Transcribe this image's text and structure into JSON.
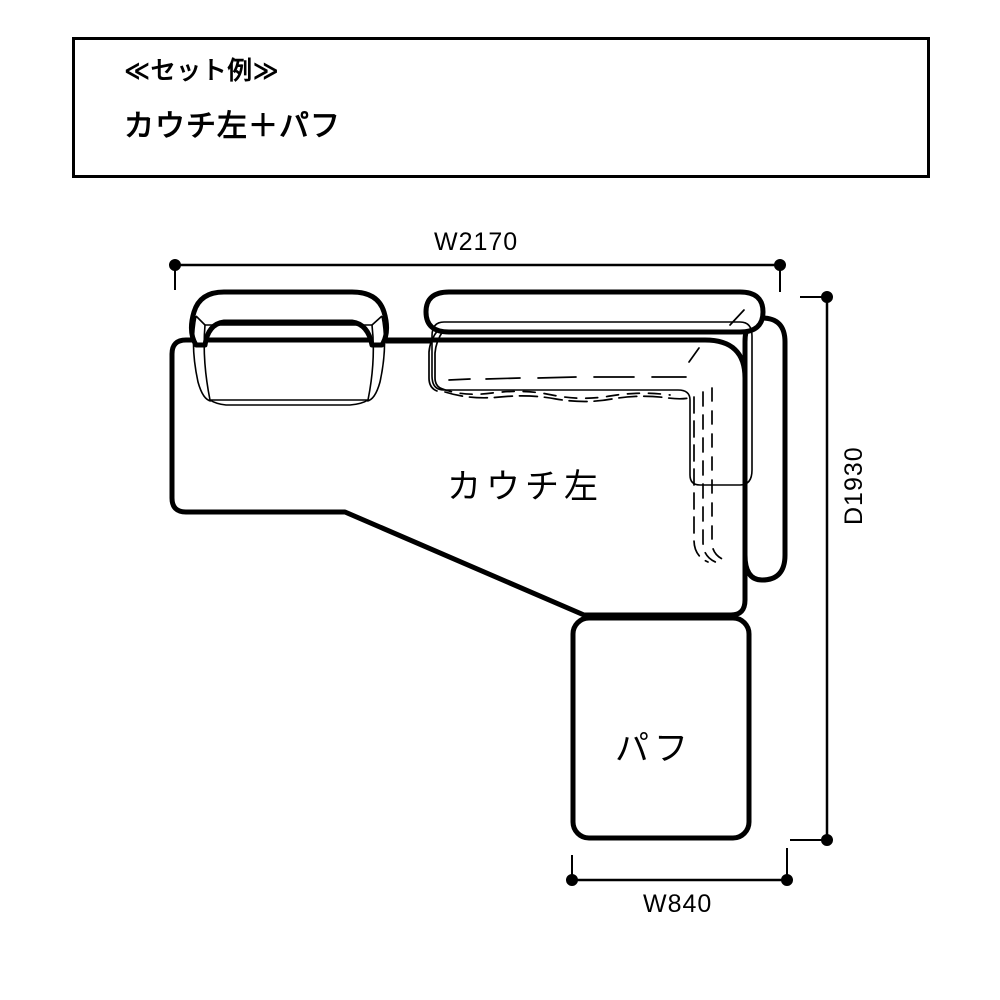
{
  "header": {
    "set_example": "≪セット例≫",
    "title": "カウチ左＋パフ"
  },
  "dimensions": {
    "width_total": "W2170",
    "depth_total": "D1930",
    "width_pouf": "W840"
  },
  "parts": {
    "couch_left": "カウチ左",
    "pouf": "パフ"
  },
  "colors": {
    "line": "#000000",
    "background": "#ffffff"
  }
}
